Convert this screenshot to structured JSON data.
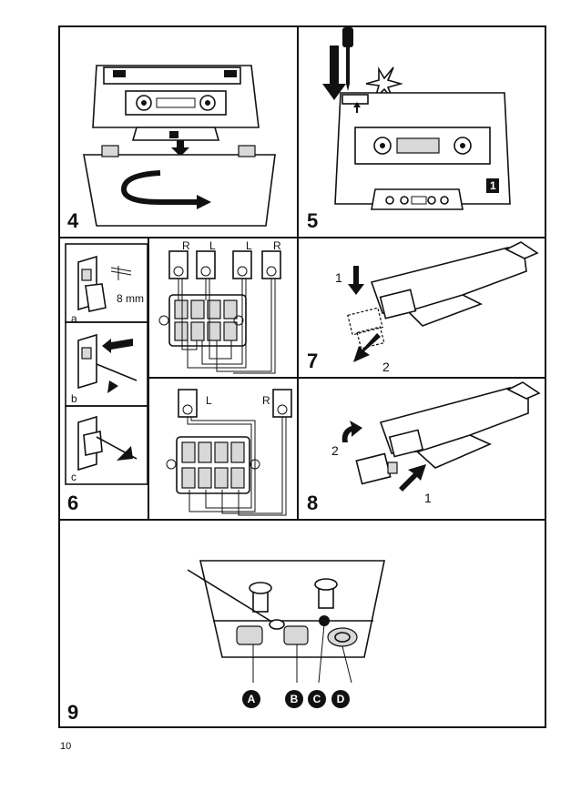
{
  "panels": {
    "p4": {
      "number": "4"
    },
    "p5": {
      "number": "5",
      "tape_marker": "1"
    },
    "p6": {
      "number": "6",
      "sub_a": "a",
      "sub_b": "b",
      "sub_c": "c",
      "strip_length": "8 mm",
      "top_speakers": [
        "R",
        "L",
        "L",
        "R"
      ],
      "bottom_speakers": [
        "L",
        "R"
      ]
    },
    "p7": {
      "number": "7",
      "step1": "1",
      "step2": "2"
    },
    "p8": {
      "number": "8",
      "step1": "1",
      "step2": "2"
    },
    "p9": {
      "number": "9",
      "callouts": [
        "A",
        "B",
        "C",
        "D"
      ]
    }
  },
  "footer": {
    "page_number": "10"
  }
}
